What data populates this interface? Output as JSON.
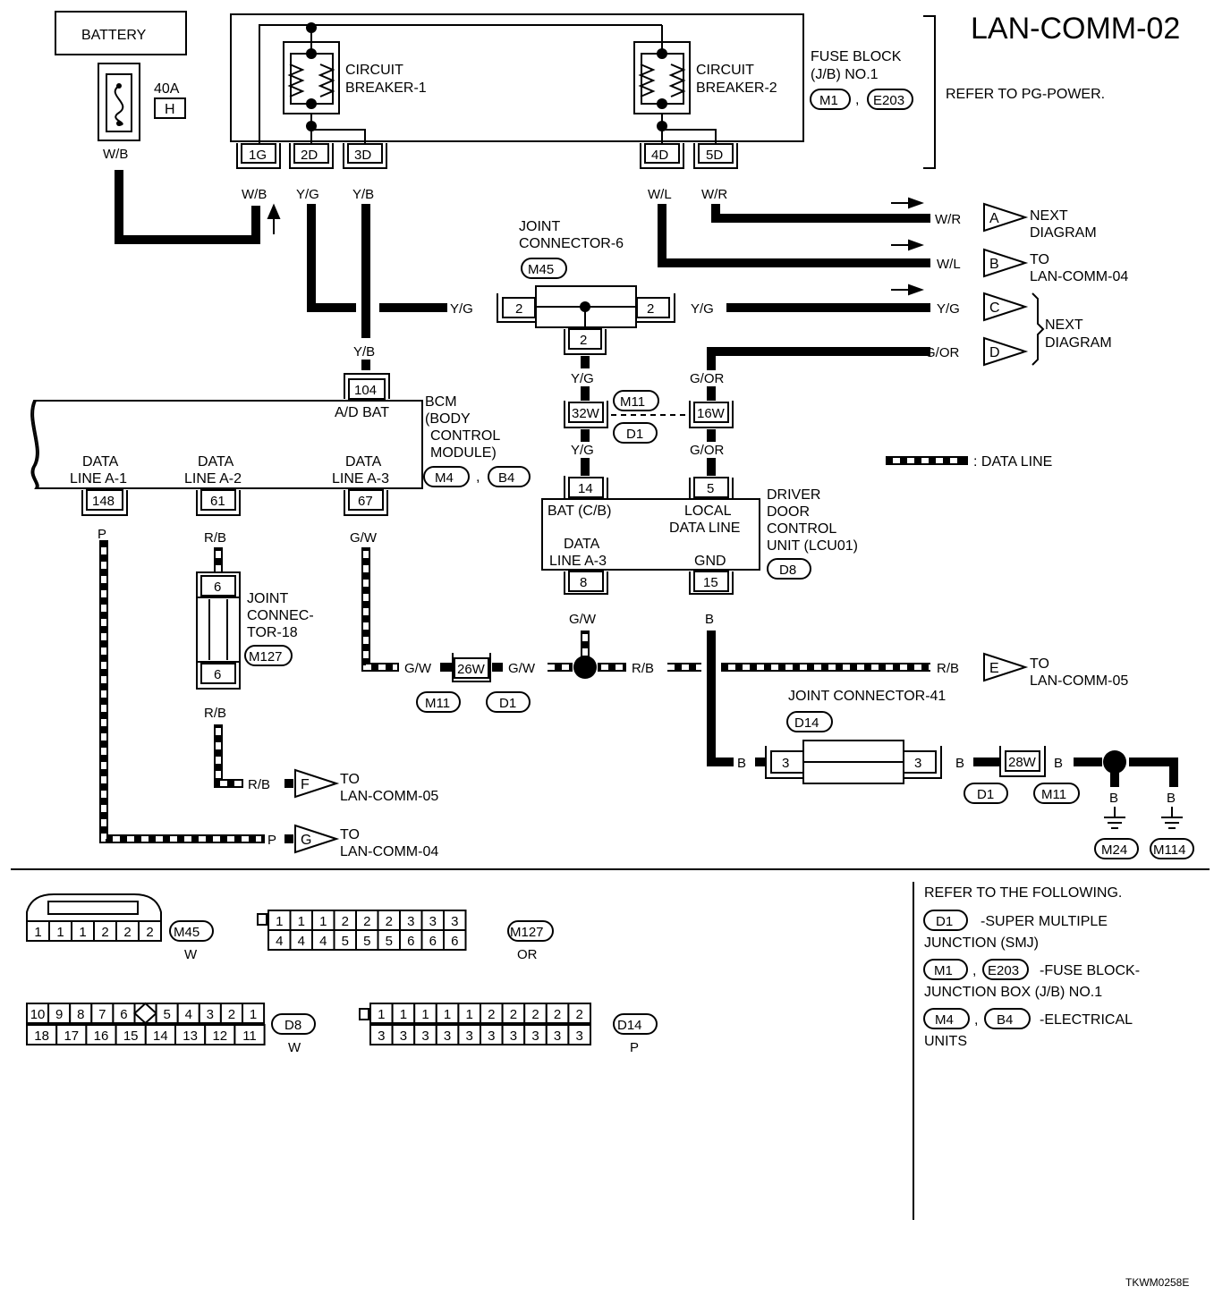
{
  "page": {
    "title": "LAN-COMM-02",
    "image_code": "TKWM0258E",
    "refer_pg_power": "REFER TO PG-POWER.",
    "legend_data_line": ": DATA LINE"
  },
  "battery": {
    "label": "BATTERY",
    "fuse_amp": "40A",
    "fuse_letter": "H"
  },
  "fuse_block": {
    "title": [
      "FUSE BLOCK",
      "(J/B) NO.1"
    ],
    "codes": [
      "M1",
      "E203"
    ],
    "cb1": [
      "CIRCUIT",
      "BREAKER-1"
    ],
    "cb2": [
      "CIRCUIT",
      "BREAKER-2"
    ],
    "pins": [
      "1G",
      "2D",
      "3D",
      "4D",
      "5D"
    ]
  },
  "wires": {
    "wb": "W/B",
    "yg": "Y/G",
    "yb": "Y/B",
    "wl": "W/L",
    "wr": "W/R",
    "gor": "G/OR",
    "p": "P",
    "rb": "R/B",
    "gw": "G/W",
    "b": "B"
  },
  "jc6": {
    "title": [
      "JOINT",
      "CONNECTOR-6"
    ],
    "code": "M45",
    "pin": "2"
  },
  "bcm": {
    "title": [
      "BCM",
      "(BODY",
      "CONTROL",
      "MODULE)"
    ],
    "codes": [
      "M4",
      "B4"
    ],
    "ad_bat": "A/D BAT",
    "pin_104": "104",
    "dl1": [
      "DATA",
      "LINE A-1"
    ],
    "pin_148": "148",
    "dl2": [
      "DATA",
      "LINE A-2"
    ],
    "pin_61": "61",
    "dl3": [
      "DATA",
      "LINE A-3"
    ],
    "pin_67": "67"
  },
  "smj": {
    "code_m11": "M11",
    "code_d1": "D1",
    "pin_32w": "32W",
    "pin_16w": "16W",
    "pin_26w": "26W",
    "pin_28w": "28W"
  },
  "ddcu": {
    "title": [
      "DRIVER",
      "DOOR",
      "CONTROL",
      "UNIT (LCU01)"
    ],
    "code": "D8",
    "pin14": "14",
    "pin5": "5",
    "pin8": "8",
    "pin15": "15",
    "bat": "BAT (C/B)",
    "local": [
      "LOCAL",
      "DATA LINE"
    ],
    "dl3": [
      "DATA",
      "LINE A-3"
    ],
    "gnd": "GND"
  },
  "jc18": {
    "title": [
      "JOINT",
      "CONNEC-",
      "TOR-18"
    ],
    "code": "M127",
    "pin": "6"
  },
  "jc41": {
    "title": "JOINT CONNECTOR-41",
    "code": "D14",
    "pin": "3"
  },
  "grounds": [
    "M24",
    "M114"
  ],
  "offpage": {
    "A": {
      "letter": "A",
      "text": [
        "NEXT",
        "DIAGRAM"
      ]
    },
    "B": {
      "letter": "B",
      "text": [
        "TO",
        "LAN-COMM-04"
      ]
    },
    "C": {
      "letter": "C"
    },
    "D": {
      "letter": "D"
    },
    "CD_text": [
      "NEXT",
      "DIAGRAM"
    ],
    "E": {
      "letter": "E",
      "text": [
        "TO",
        "LAN-COMM-05"
      ]
    },
    "F": {
      "letter": "F",
      "text": [
        "TO",
        "LAN-COMM-05"
      ]
    },
    "G": {
      "letter": "G",
      "text": [
        "TO",
        "LAN-COMM-04"
      ]
    }
  },
  "connector_views": {
    "M45": {
      "code": "M45",
      "color": "W",
      "row1": [
        "1",
        "1",
        "1",
        "2",
        "2",
        "2"
      ]
    },
    "M127": {
      "code": "M127",
      "color": "OR",
      "row1": [
        "1",
        "1",
        "1",
        "2",
        "2",
        "2",
        "3",
        "3",
        "3"
      ],
      "row2": [
        "4",
        "4",
        "4",
        "5",
        "5",
        "5",
        "6",
        "6",
        "6"
      ]
    },
    "D8": {
      "code": "D8",
      "color": "W",
      "row1": [
        "10",
        "9",
        "8",
        "7",
        "6",
        "",
        "5",
        "4",
        "3",
        "2",
        "1"
      ],
      "row2": [
        "18",
        "17",
        "16",
        "15",
        "14",
        "13",
        "12",
        "11"
      ]
    },
    "D14": {
      "code": "D14",
      "color": "P",
      "row1": [
        "1",
        "1",
        "1",
        "1",
        "1",
        "2",
        "2",
        "2",
        "2",
        "2"
      ],
      "row2": [
        "3",
        "3",
        "3",
        "3",
        "3",
        "3",
        "3",
        "3",
        "3",
        "3"
      ]
    }
  },
  "refer": {
    "title": "REFER TO THE FOLLOWING.",
    "d1_code": "D1",
    "d1_text": [
      "-SUPER MULTIPLE",
      "JUNCTION (SMJ)"
    ],
    "m1_code": "M1",
    "e203_code": "E203",
    "fb_text": [
      "-FUSE BLOCK-",
      "JUNCTION BOX (J/B) NO.1"
    ],
    "m4_code": "M4",
    "b4_code": "B4",
    "eu_text": [
      "-ELECTRICAL",
      "UNITS"
    ]
  }
}
